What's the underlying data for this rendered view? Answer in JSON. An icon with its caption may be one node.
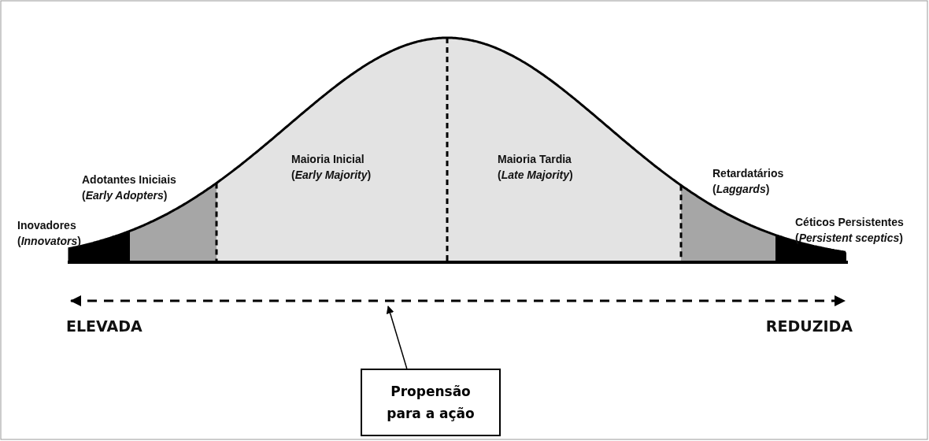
{
  "diagram": {
    "nodes": [
      {
        "text": [
          "Propensão para a ação"
        ]
      },
      {
        "text": [],
        "shape": "arrow"
      }
    ],
    "edges": [
      {
        "from": 0,
        "to": 1,
        "arrow": "to"
      }
    ],
    "labels": [
      "Maioria Inicial (*Early Majority*)",
      "Maioria Tardia (*Late Majority*)",
      "Adotantes Iniciais (*Early Adopters*)",
      "Retardatários (*Laggards*)",
      "Inovadores (*Innovators*)",
      "Céticos Persistentes (*Persistent sceptics*)",
      "ELEVADA",
      "REDUZIDA"
    ]
  }
}
